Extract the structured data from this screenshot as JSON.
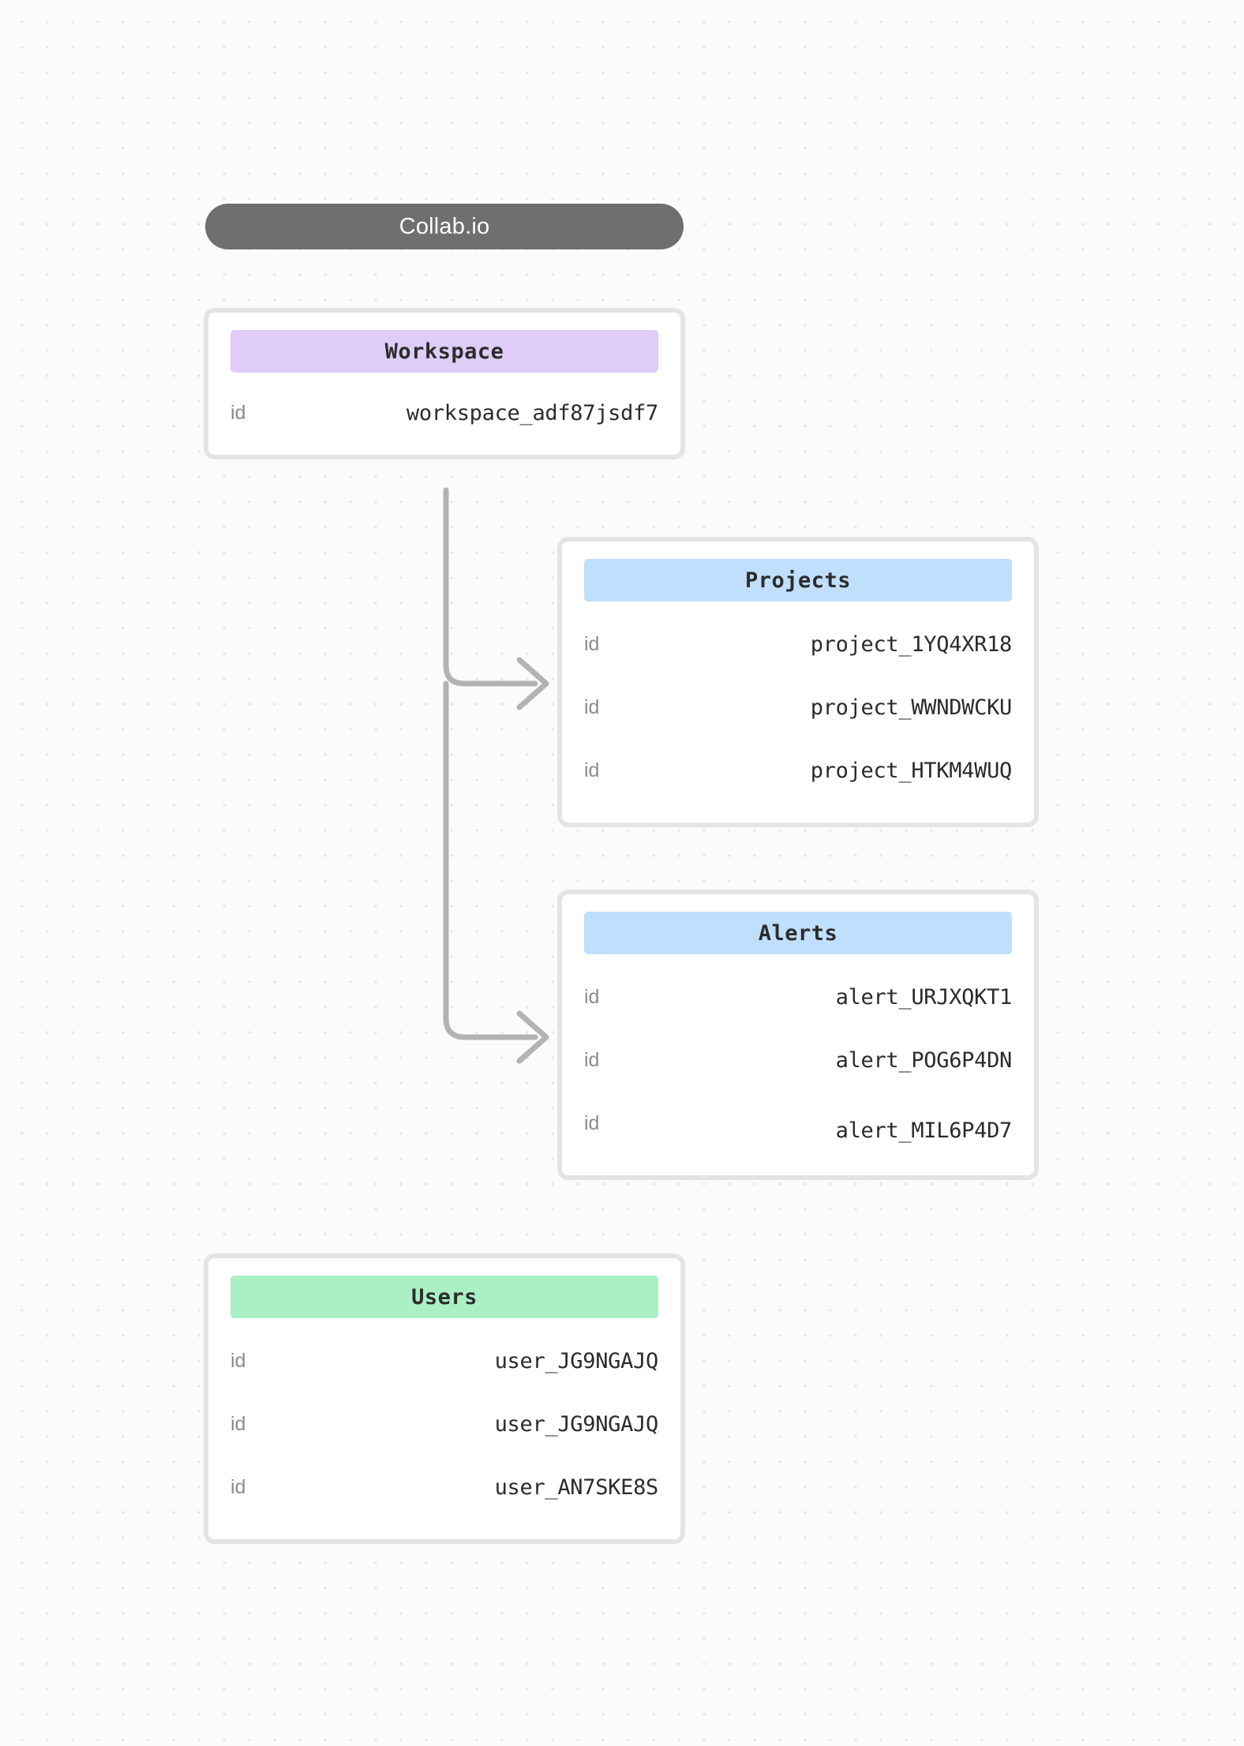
{
  "app": {
    "title": "Collab.io"
  },
  "colors": {
    "background": "#fbfbfb",
    "dot_grid": "#e3e3e3",
    "title_pill": "#706f6f",
    "card_border": "#e4e4e4",
    "connector": "#b3b3b3",
    "header_purple": "#dfcdf8",
    "header_blue": "#bfdffc",
    "header_green": "#aaf0c4",
    "key_text": "#8b8b8b",
    "value_text": "#2b2b2b"
  },
  "entities": [
    {
      "id": "workspace",
      "name": "Workspace",
      "accent": "#dfcdf8",
      "rows": [
        {
          "key": "id",
          "value": "workspace_adf87jsdf7"
        }
      ]
    },
    {
      "id": "projects",
      "name": "Projects",
      "accent": "#bfdffc",
      "rows": [
        {
          "key": "id",
          "value": "project_1YQ4XR18"
        },
        {
          "key": "id",
          "value": "project_WWNDWCKU"
        },
        {
          "key": "id",
          "value": "project_HTKM4WUQ"
        }
      ]
    },
    {
      "id": "alerts",
      "name": "Alerts",
      "accent": "#bfdffc",
      "rows": [
        {
          "key": "id",
          "value": "alert_URJXQKT1"
        },
        {
          "key": "id",
          "value": "alert_POG6P4DN"
        },
        {
          "key": "id",
          "value": "alert_MIL6P4D7"
        }
      ]
    },
    {
      "id": "users",
      "name": "Users",
      "accent": "#aaf0c4",
      "rows": [
        {
          "key": "id",
          "value": "user_JG9NGAJQ"
        },
        {
          "key": "id",
          "value": "user_JG9NGAJQ"
        },
        {
          "key": "id",
          "value": "user_AN7SKE8S"
        }
      ]
    }
  ],
  "connectors": [
    {
      "from": "workspace",
      "to": "projects"
    },
    {
      "from": "workspace",
      "to": "alerts"
    }
  ]
}
